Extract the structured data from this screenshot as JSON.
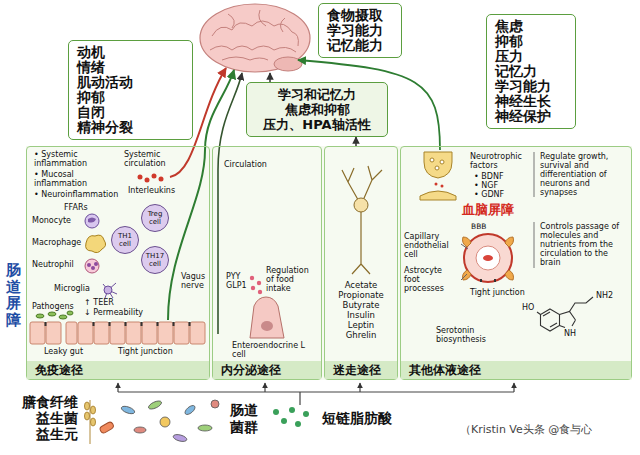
{
  "diagram": {
    "nodes": [
      {
        "text": [
          "动机 情绪 肌动活动 抑郁 自闭 精神分裂"
        ]
      },
      {
        "text": [
          "食物摄取 学习能力 记忆能力"
        ]
      },
      {
        "text": [
          "焦虑 抑郁 压力 记忆力 学习能力 神经生长 神经保护"
        ]
      },
      {
        "text": [
          "学习和记忆力 焦虑和抑郁 压力、HPA轴活性"
        ]
      },
      {
        "text": [
          "免疫途径"
        ]
      },
      {
        "text": [
          "TH1 cell"
        ],
        "in": 4
      },
      {
        "text": [
          "Treg cell"
        ],
        "in": 4
      },
      {
        "text": [
          "TH17 cell"
        ],
        "in": 4
      },
      {
        "text": [
          "内分泌途径"
        ]
      },
      {
        "text": [
          "迷走途径"
        ]
      },
      {
        "text": [
          "其他体液途径"
        ]
      }
    ],
    "edges": [
      {
        "from": 9,
        "to": 3,
        "arrow": "to"
      }
    ],
    "labels": [
      "肠道屏障",
      "• Systemic inflammation",
      "• Mucosal inflammation",
      "• Neuroinflammation",
      "Systemic circulation",
      "Interleukins",
      "FFARs",
      "Monocyte",
      "Macrophage",
      "Neutrophil",
      "Microglia",
      "Vagus nerve",
      "Pathogens",
      "↑ TEER",
      "↓ Permeability",
      "Leaky gut",
      "Tight junction",
      "Circulation",
      "PYY GLP1",
      "Regulation of food intake",
      "Enteroendocrine L cell",
      "Acetate Propionate Butyrate Insulin Leptin Ghrelin",
      "Neurotrophic factors",
      "• BDNF",
      "• NGF",
      "• GDNF",
      "Regulate growth, survival and differentiation of neurons and synapses",
      "血脑屏障",
      "BBB",
      "Capillary endothelial cell",
      "Astrocyte foot processes",
      "Tight junction",
      "Controls passage of molecules and nutrients from the circulation to the brain",
      "HO",
      "NH2",
      "NH",
      "Serotonin biosynthesis",
      "膳食纤维 益生菌 益生元",
      "肠道菌群",
      "短链脂肪酸",
      "（Kristin Ve头条 @食与心"
    ]
  }
}
